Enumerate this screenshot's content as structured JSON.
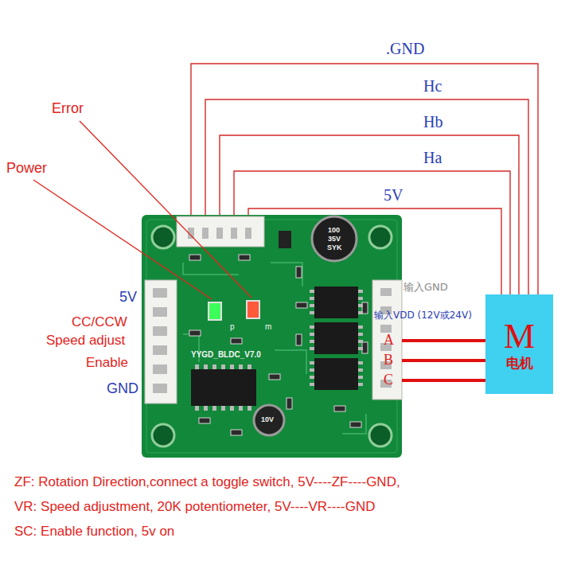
{
  "diagram": {
    "nodes": [
      {
        "text": [
          "YYGD_BLDC_V7.0"
        ]
      },
      {
        "text": [
          "M",
          "电机"
        ]
      }
    ],
    "edges": [
      {
        "from": 0,
        "to": 1,
        "label": ".GND",
        "arrow": "none"
      },
      {
        "from": 0,
        "to": 1,
        "label": "Hc",
        "arrow": "none"
      },
      {
        "from": 0,
        "to": 1,
        "label": "Hb",
        "arrow": "none"
      },
      {
        "from": 0,
        "to": 1,
        "label": "Ha",
        "arrow": "none"
      },
      {
        "from": 0,
        "to": 1,
        "label": "5V",
        "arrow": "none"
      },
      {
        "from": 0,
        "to": 1,
        "arrow": "none"
      },
      {
        "from": 0,
        "to": 1,
        "arrow": "none"
      },
      {
        "from": 0,
        "to": 1,
        "arrow": "none"
      }
    ],
    "labels": [
      "Error",
      "Power",
      "100",
      "35V",
      "SYK",
      "5V",
      "CC/CCW",
      "Speed adjust",
      "Enable",
      "GND",
      "p",
      "m",
      "输入GND",
      "输入VDD (12V或24V)",
      "A",
      "B",
      "C",
      "10V",
      "ZF: Rotation Direction,connect a toggle switch, 5V----ZF----GND,",
      "VR: Speed adjustment, 20K potentiometer, 5V----VR----GND",
      "SC: Enable function, 5v on"
    ]
  }
}
